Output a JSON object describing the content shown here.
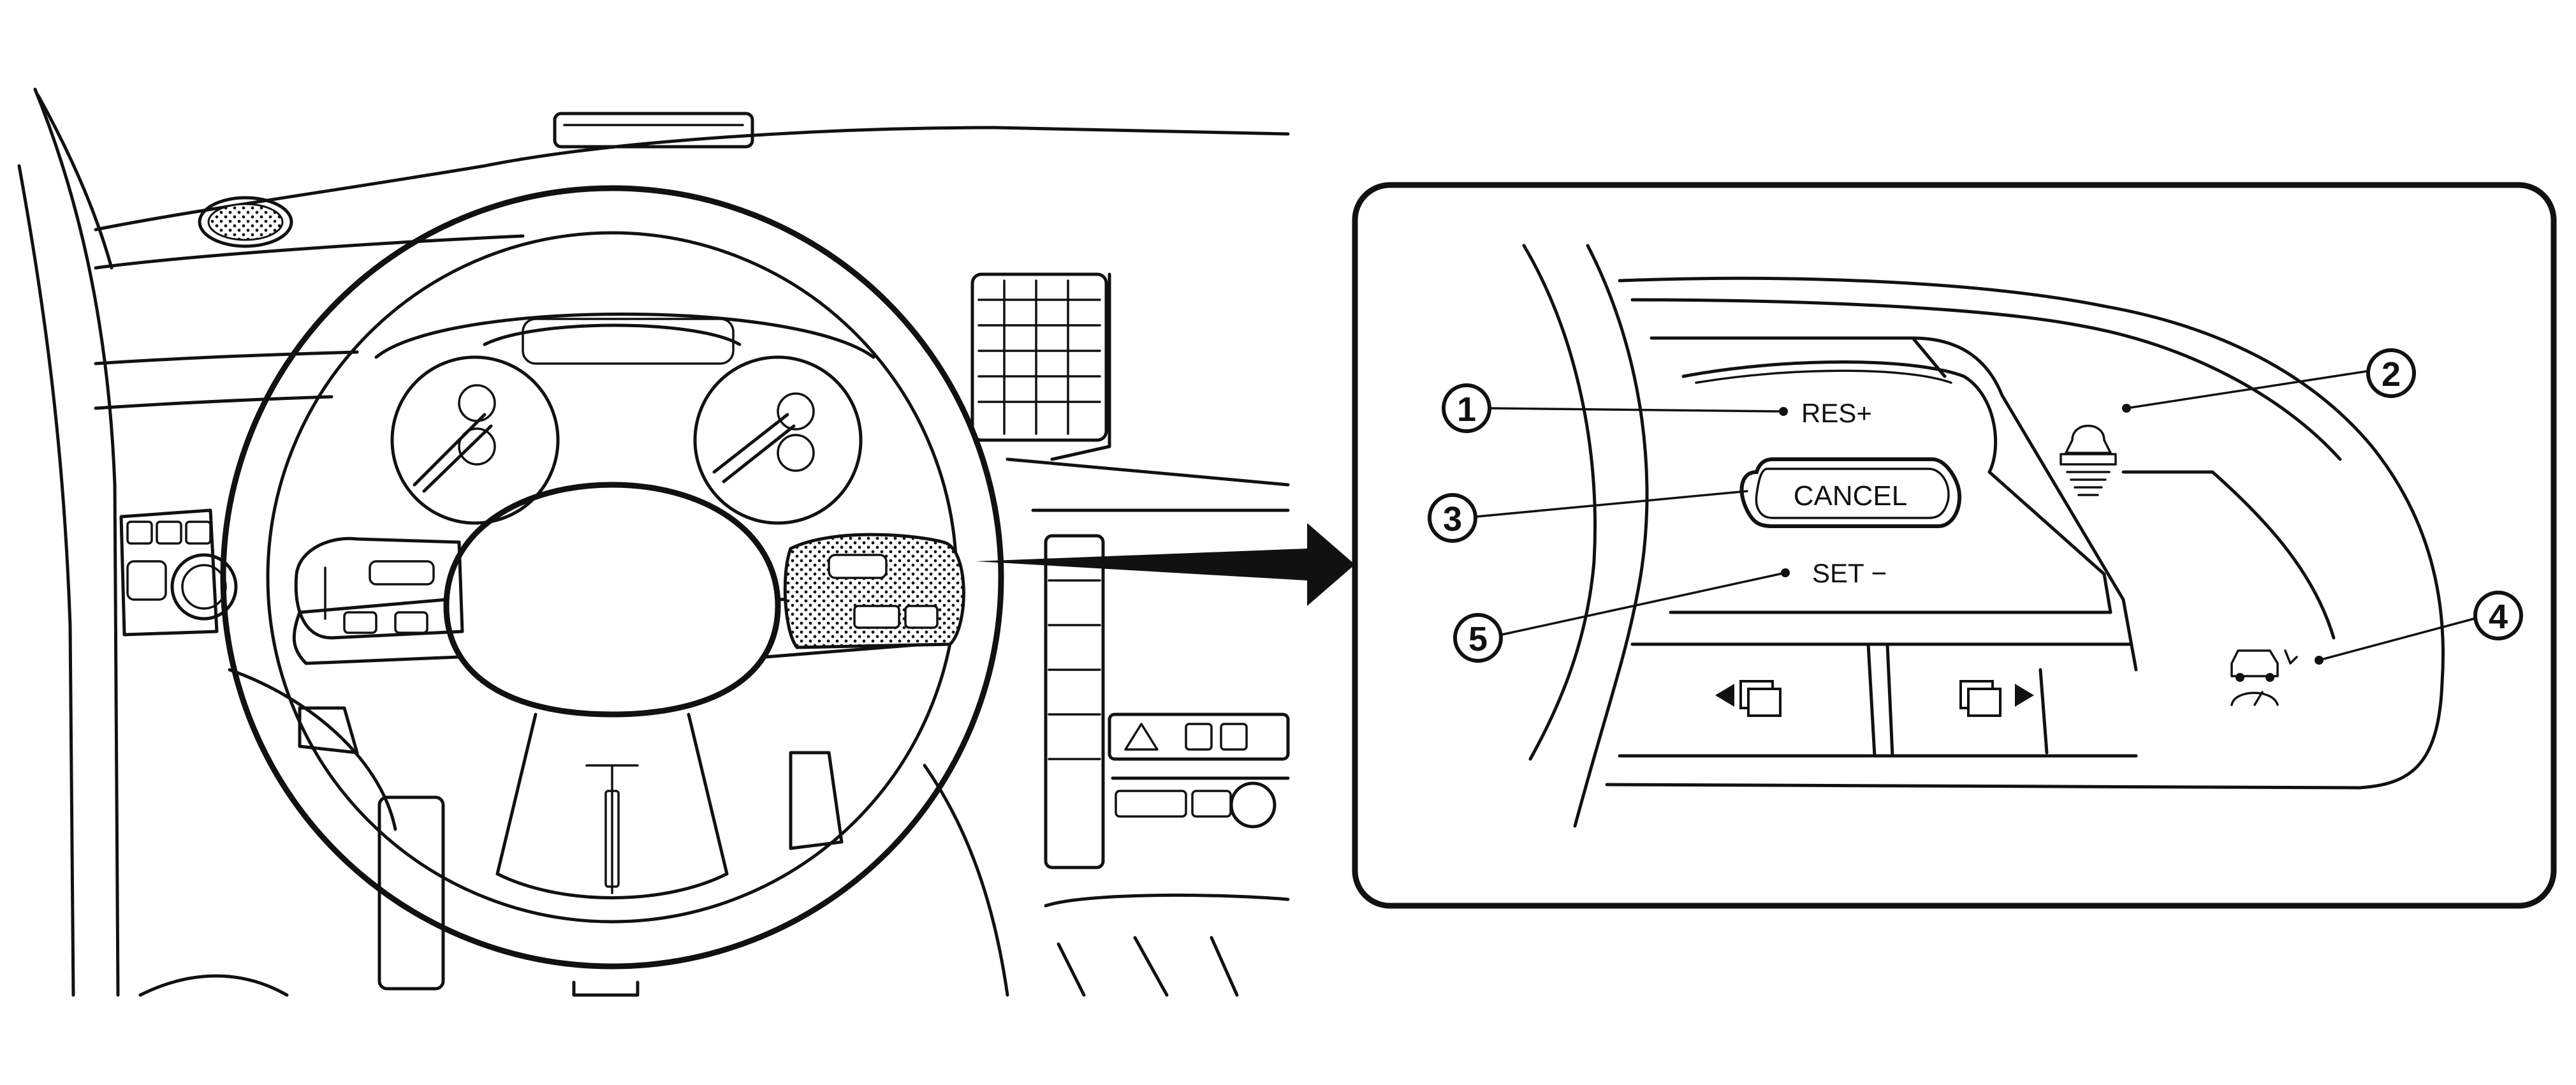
{
  "callouts": [
    {
      "number": "1",
      "label": "RES+"
    },
    {
      "number": "2",
      "label": ""
    },
    {
      "number": "3",
      "label": "CANCEL"
    },
    {
      "number": "4",
      "label": ""
    },
    {
      "number": "5",
      "label": "SET −"
    }
  ],
  "buttons": {
    "res": "RES+",
    "cancel": "CANCEL",
    "set": "SET −"
  },
  "icons": {
    "callout_2": "distance-icon",
    "callout_4": "cruise-speedometer-icon",
    "left_display": "left-display-page-icon",
    "right_display": "right-display-page-icon",
    "pointer": "arrow-right-icon"
  },
  "colors": {
    "ink": "#111111",
    "background": "#ffffff"
  }
}
